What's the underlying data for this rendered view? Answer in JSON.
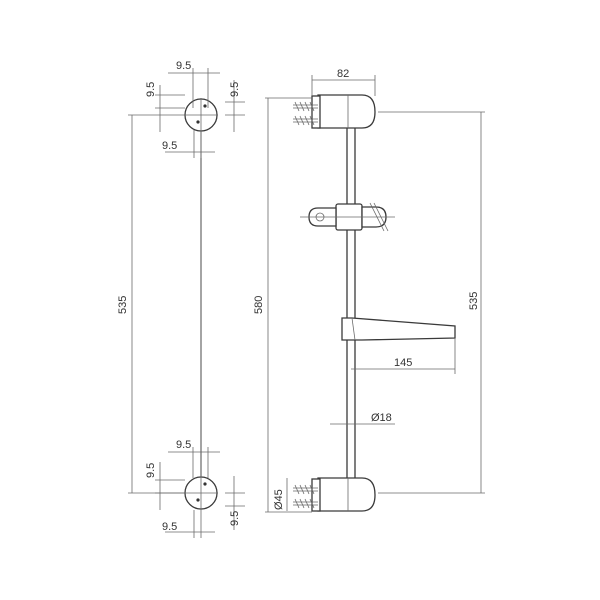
{
  "drawing": {
    "line_color": "#3a3a3a",
    "background": "#ffffff",
    "front_view": {
      "top_offset_x": "9.5",
      "top_offset_y": "9.5",
      "top_offset_right": "9.5",
      "top_offset_below": "9.5",
      "bracket_spacing": "535",
      "bottom_offset_x": "9.5",
      "bottom_offset_y": "9.5",
      "bottom_offset_left": "9.5",
      "bottom_offset_right": "9.5"
    },
    "side_view": {
      "bracket_depth": "82",
      "overall_length": "580",
      "bracket_spacing": "535",
      "soap_dish_length": "145",
      "rail_diameter": "Ø18",
      "bracket_diameter": "Ø45"
    }
  }
}
